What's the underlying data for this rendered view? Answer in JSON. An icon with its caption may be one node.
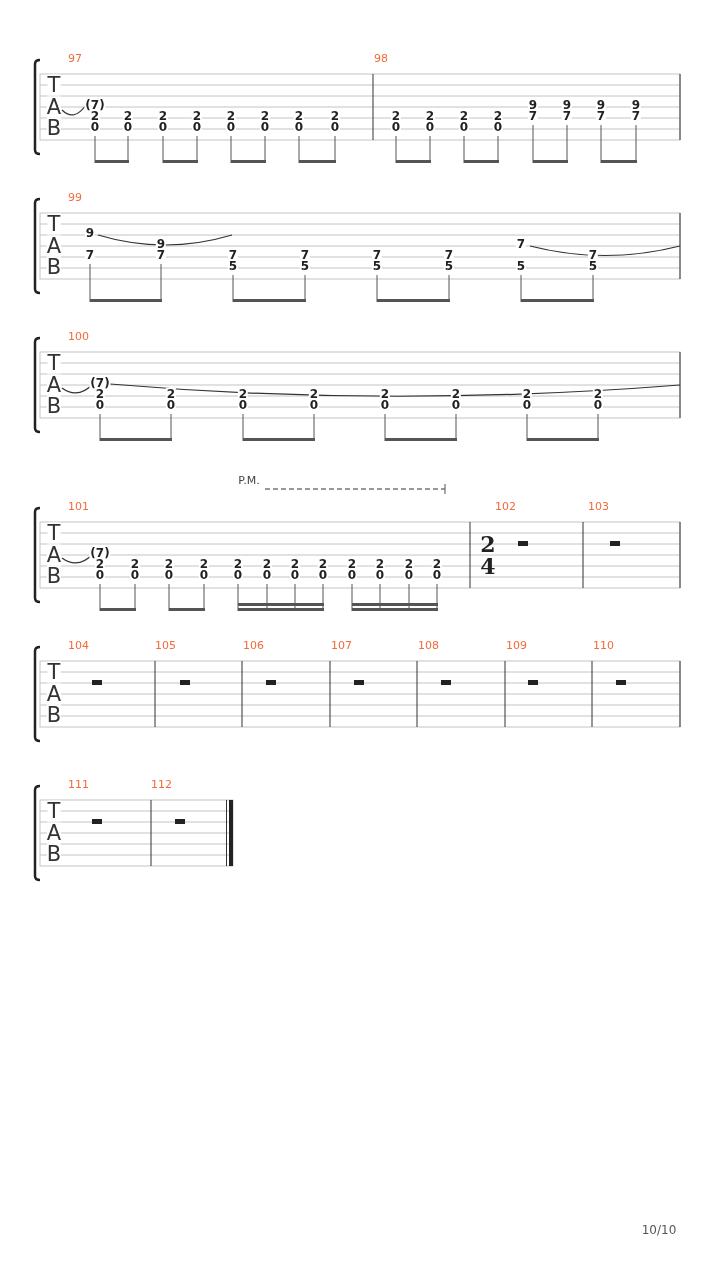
{
  "diagram": {
    "labels": [
      "97",
      "98",
      "T",
      "A",
      "B",
      "(7)",
      "2",
      "0",
      "2",
      "0",
      "2",
      "0",
      "2",
      "0",
      "2",
      "0",
      "2",
      "0",
      "2",
      "0",
      "2",
      "0",
      "2",
      "0",
      "2",
      "0",
      "2",
      "0",
      "2",
      "0",
      "9",
      "7",
      "9",
      "7",
      "9",
      "7",
      "9",
      "7",
      "99",
      "T",
      "A",
      "B",
      "9",
      "7",
      "9",
      "7",
      "7",
      "5",
      "7",
      "5",
      "7",
      "5",
      "7",
      "5",
      "7",
      "5",
      "7",
      "5",
      "100",
      "T",
      "A",
      "B",
      "(7)",
      "2",
      "0",
      "2",
      "0",
      "2",
      "0",
      "2",
      "0",
      "2",
      "0",
      "2",
      "0",
      "2",
      "0",
      "2",
      "0",
      "P.M.",
      "101",
      "102",
      "103",
      "T",
      "A",
      "B",
      "(7)",
      "2",
      "0",
      "2",
      "0",
      "2",
      "0",
      "2",
      "0",
      "2",
      "0",
      "2",
      "0",
      "2",
      "0",
      "2",
      "0",
      "2",
      "0",
      "2",
      "0",
      "2",
      "0",
      "2",
      "0",
      "2",
      "4",
      "104",
      "105",
      "106",
      "107",
      "108",
      "109",
      "110",
      "T",
      "A",
      "B",
      "111",
      "112",
      "T",
      "A",
      "B",
      "10/10"
    ]
  }
}
